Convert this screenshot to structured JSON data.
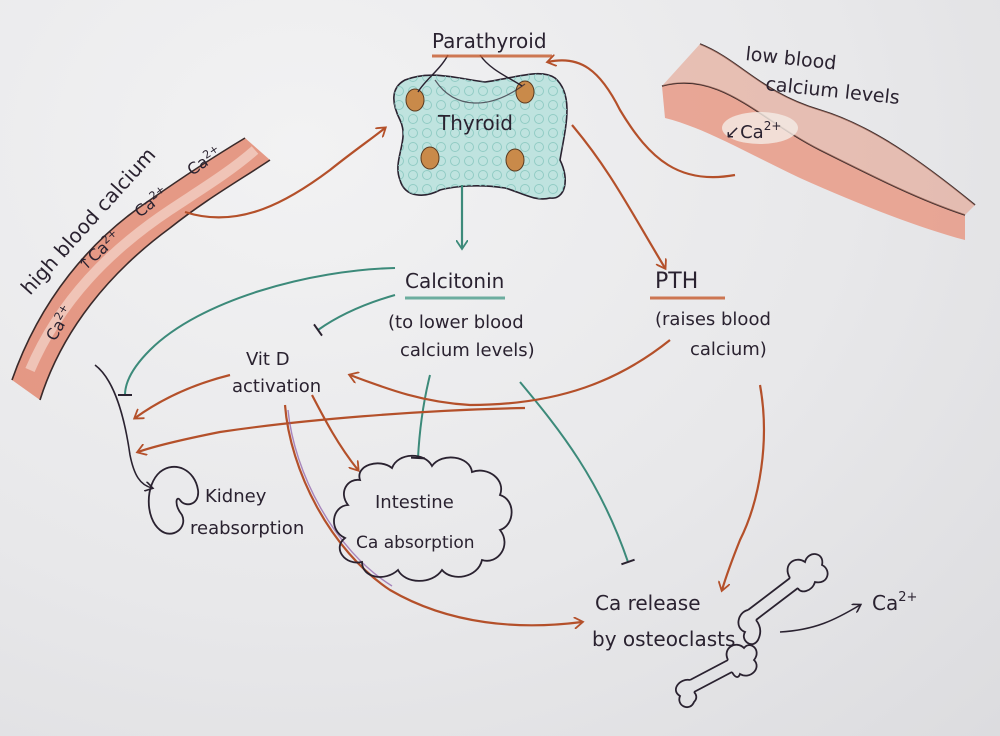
{
  "labels": {
    "parathyroid": "Parathyroid",
    "thyroid": "Thyroid",
    "low_blood_calcium_line1": "low blood",
    "low_blood_calcium_line2": "calcium levels",
    "low_vessel_ion": "Ca",
    "high_blood_calcium": "high blood calcium",
    "high_vessel_ions": [
      "Ca",
      "↑Ca",
      "Ca",
      "Ca"
    ],
    "calcitonin": "Calcitonin",
    "calcitonin_desc_line1": "(to lower blood",
    "calcitonin_desc_line2": "calcium levels)",
    "pth": "PTH",
    "pth_desc_line1": "(raises blood",
    "pth_desc_line2": "calcium)",
    "vitd_line1": "Vit D",
    "vitd_line2": "activation",
    "kidney_line1": "Kidney",
    "kidney_line2": "reabsorption",
    "intestine_line1": "Intestine",
    "intestine_line2": "Ca absorption",
    "release_line1": "Ca release",
    "release_line2": "by osteoclasts",
    "released_ion": "Ca",
    "ion_charge": "2+"
  },
  "colors": {
    "orange": "#c65a2c",
    "teal": "#4c9e8c",
    "purple": "#8a5aa6",
    "vessel": "#e0806a",
    "gland_fill": "#bfe3df",
    "nodule": "#c98a4a",
    "ink": "#2a2230"
  }
}
